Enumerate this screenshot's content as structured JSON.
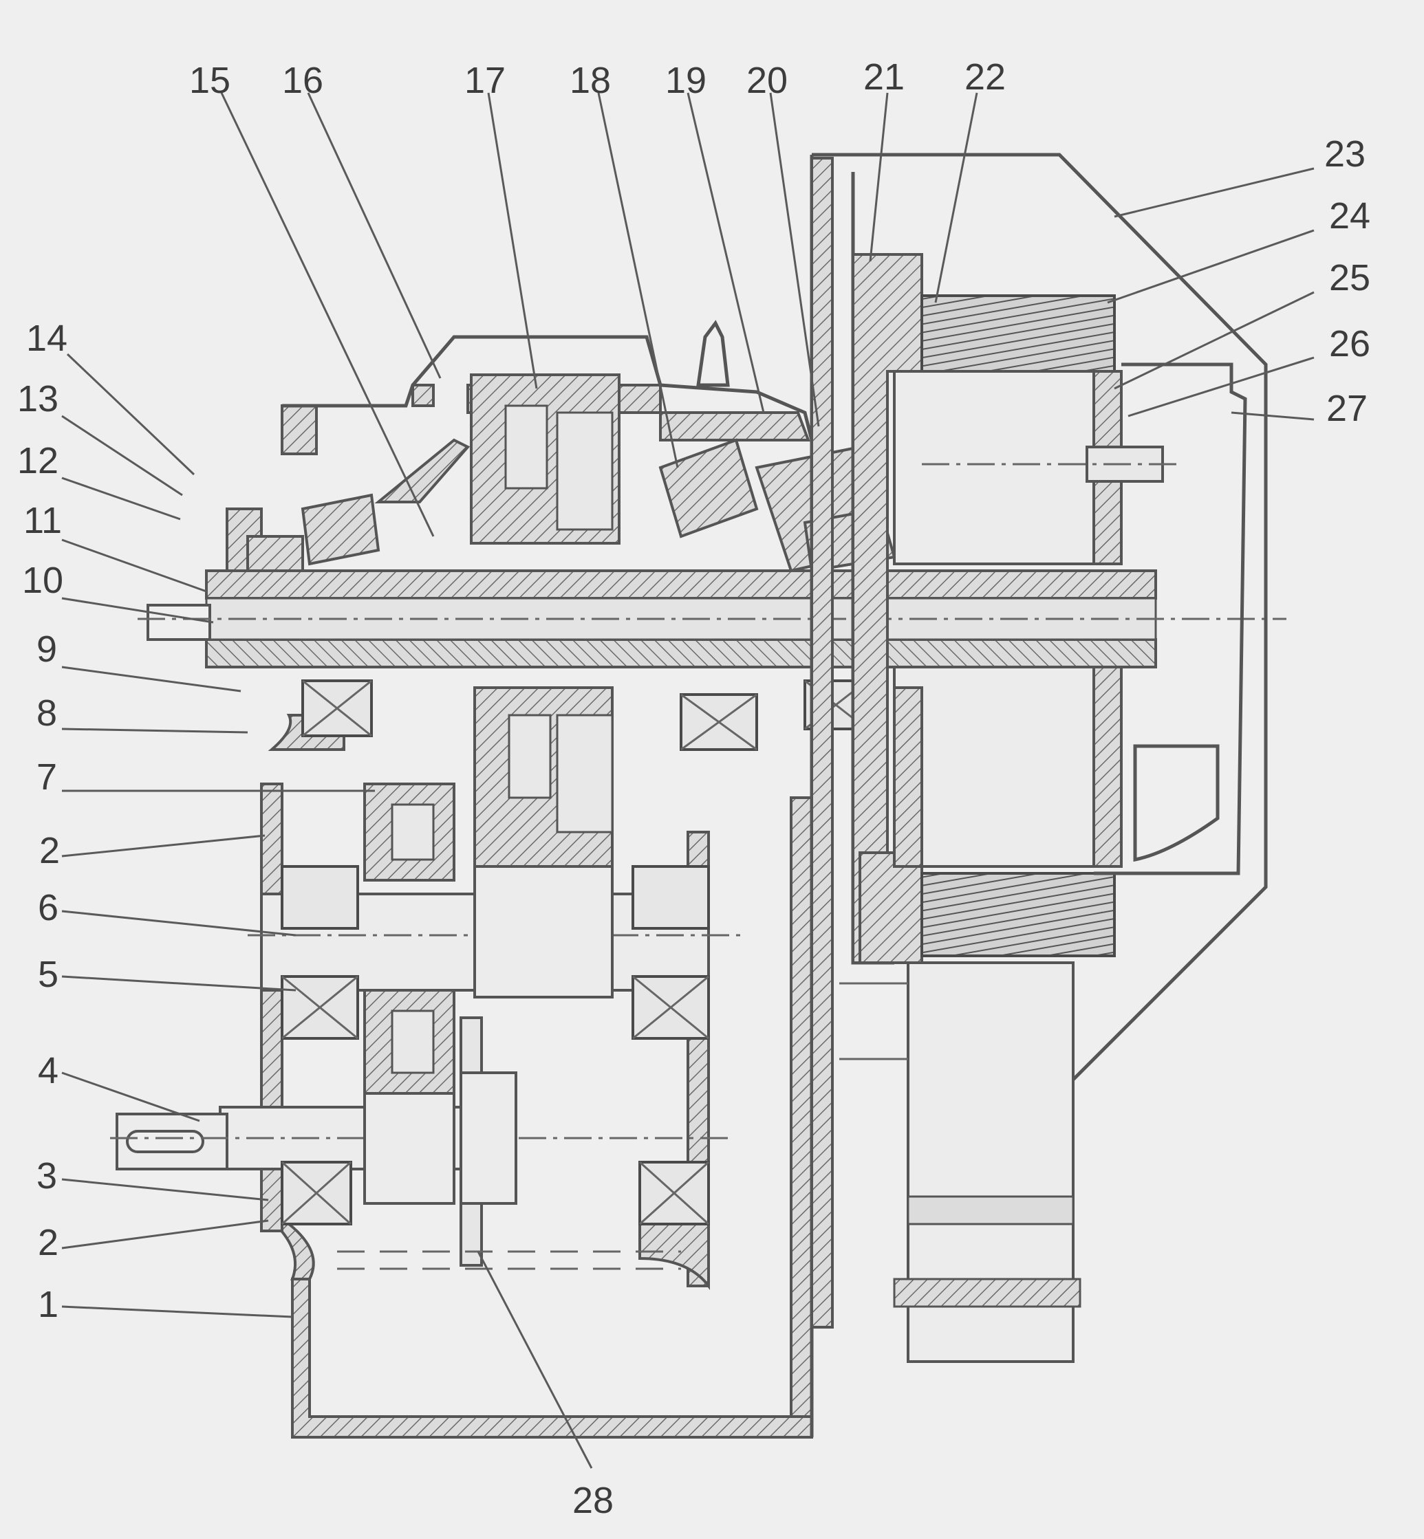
{
  "labels": {
    "top": [
      "15",
      "16",
      "17",
      "18",
      "19",
      "20",
      "21",
      "22"
    ],
    "right": [
      "23",
      "24",
      "25",
      "26",
      "27"
    ],
    "left": [
      "14",
      "13",
      "12",
      "11",
      "10",
      "9",
      "8",
      "7",
      "2",
      "6",
      "5",
      "4",
      "3",
      "2",
      "1"
    ],
    "bottom": [
      "28"
    ]
  },
  "colors": {
    "paper": "#efefef",
    "ink": "#555555"
  }
}
